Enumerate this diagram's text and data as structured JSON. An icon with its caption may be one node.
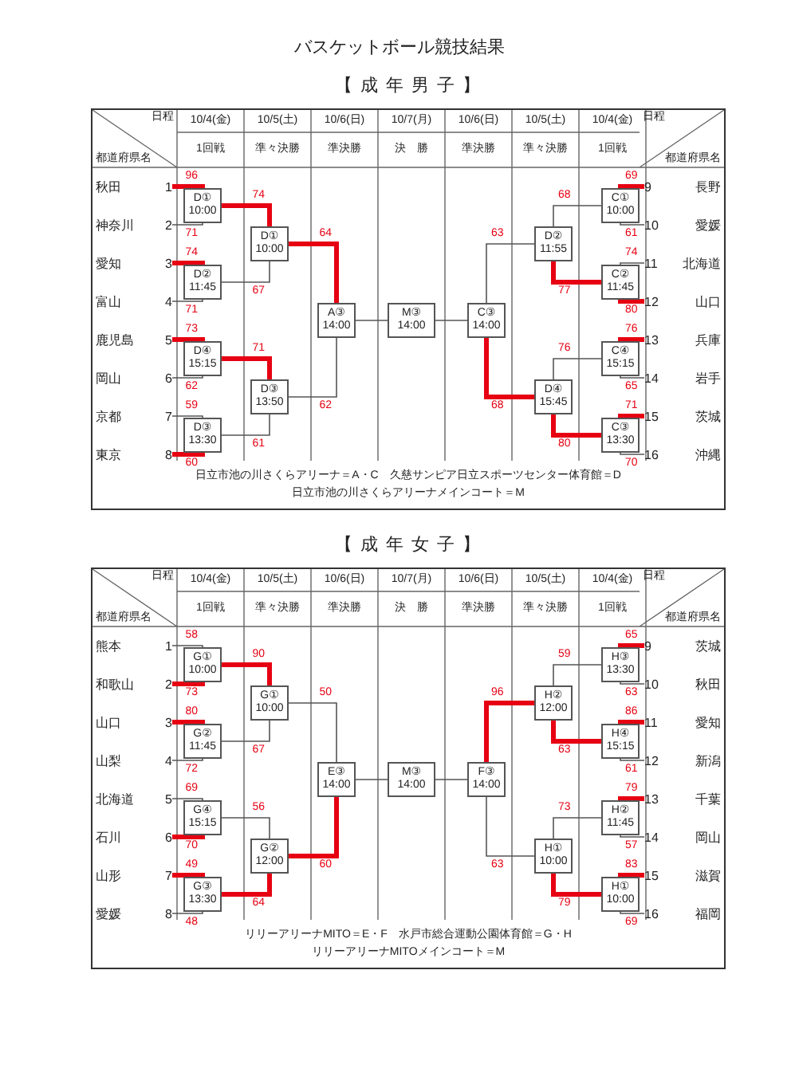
{
  "diagram": {
    "title": "バスケットボール競技結果",
    "nodes": [
      {
        "text": [
          "【 成 年 男 子 】"
        ]
      },
      {
        "text": [
          "秋田",
          "1"
        ],
        "in": 0
      },
      {
        "text": [
          "神奈川",
          "2"
        ],
        "in": 0
      },
      {
        "text": [
          "愛知",
          "3"
        ],
        "in": 0
      },
      {
        "text": [
          "富山",
          "4"
        ],
        "in": 0
      },
      {
        "text": [
          "鹿児島",
          "5"
        ],
        "in": 0
      },
      {
        "text": [
          "岡山",
          "6"
        ],
        "in": 0
      },
      {
        "text": [
          "京都",
          "7"
        ],
        "in": 0
      },
      {
        "text": [
          "東京",
          "8"
        ],
        "in": 0
      },
      {
        "text": [
          "9",
          "長野"
        ],
        "in": 0
      },
      {
        "text": [
          "10",
          "愛媛"
        ],
        "in": 0
      },
      {
        "text": [
          "11",
          "北海道"
        ],
        "in": 0
      },
      {
        "text": [
          "12",
          "山口"
        ],
        "in": 0
      },
      {
        "text": [
          "13",
          "兵庫"
        ],
        "in": 0
      },
      {
        "text": [
          "14",
          "岩手"
        ],
        "in": 0
      },
      {
        "text": [
          "15",
          "茨城"
        ],
        "in": 0
      },
      {
        "text": [
          "16",
          "沖縄"
        ],
        "in": 0
      },
      {
        "text": [
          "D①",
          "10:00"
        ],
        "in": 0
      },
      {
        "text": [
          "D②",
          "11:45"
        ],
        "in": 0
      },
      {
        "text": [
          "D④",
          "15:15"
        ],
        "in": 0
      },
      {
        "text": [
          "D③",
          "13:30"
        ],
        "in": 0
      },
      {
        "text": [
          "D①",
          "10:00"
        ],
        "in": 0
      },
      {
        "text": [
          "D③",
          "13:50"
        ],
        "in": 0
      },
      {
        "text": [
          "A③",
          "14:00"
        ],
        "in": 0
      },
      {
        "text": [
          "M③",
          "14:00"
        ],
        "in": 0
      },
      {
        "text": [
          "C③",
          "14:00"
        ],
        "in": 0
      },
      {
        "text": [
          "D②",
          "11:55"
        ],
        "in": 0
      },
      {
        "text": [
          "D④",
          "15:45"
        ],
        "in": 0
      },
      {
        "text": [
          "C①",
          "10:00"
        ],
        "in": 0
      },
      {
        "text": [
          "C②",
          "11:45"
        ],
        "in": 0
      },
      {
        "text": [
          "C④",
          "15:15"
        ],
        "in": 0
      },
      {
        "text": [
          "C③",
          "13:30"
        ],
        "in": 0
      },
      {
        "text": [
          "【 成 年 女 子 】"
        ]
      },
      {
        "text": [
          "熊本",
          "1"
        ],
        "in": 32
      },
      {
        "text": [
          "和歌山",
          "2"
        ],
        "in": 32
      },
      {
        "text": [
          "山口",
          "3"
        ],
        "in": 32
      },
      {
        "text": [
          "山梨",
          "4"
        ],
        "in": 32
      },
      {
        "text": [
          "北海道",
          "5"
        ],
        "in": 32
      },
      {
        "text": [
          "石川",
          "6"
        ],
        "in": 32
      },
      {
        "text": [
          "山形",
          "7"
        ],
        "in": 32
      },
      {
        "text": [
          "愛媛",
          "8"
        ],
        "in": 32
      },
      {
        "text": [
          "9",
          "茨城"
        ],
        "in": 32
      },
      {
        "text": [
          "10",
          "秋田"
        ],
        "in": 32
      },
      {
        "text": [
          "11",
          "愛知"
        ],
        "in": 32
      },
      {
        "text": [
          "12",
          "新潟"
        ],
        "in": 32
      },
      {
        "text": [
          "13",
          "千葉"
        ],
        "in": 32
      },
      {
        "text": [
          "14",
          "岡山"
        ],
        "in": 32
      },
      {
        "text": [
          "15",
          "滋賀"
        ],
        "in": 32
      },
      {
        "text": [
          "16",
          "福岡"
        ],
        "in": 32
      },
      {
        "text": [
          "G①",
          "10:00"
        ],
        "in": 32
      },
      {
        "text": [
          "G②",
          "11:45"
        ],
        "in": 32
      },
      {
        "text": [
          "G④",
          "15:15"
        ],
        "in": 32
      },
      {
        "text": [
          "G③",
          "13:30"
        ],
        "in": 32
      },
      {
        "text": [
          "G①",
          "10:00"
        ],
        "in": 32
      },
      {
        "text": [
          "G②",
          "12:00"
        ],
        "in": 32
      },
      {
        "text": [
          "E③",
          "14:00"
        ],
        "in": 32
      },
      {
        "text": [
          "M③",
          "14:00"
        ],
        "in": 32
      },
      {
        "text": [
          "F③",
          "14:00"
        ],
        "in": 32
      },
      {
        "text": [
          "H②",
          "12:00"
        ],
        "in": 32
      },
      {
        "text": [
          "H①",
          "10:00"
        ],
        "in": 32
      },
      {
        "text": [
          "H③",
          "13:30"
        ],
        "in": 32
      },
      {
        "text": [
          "H④",
          "15:15"
        ],
        "in": 32
      },
      {
        "text": [
          "H②",
          "11:45"
        ],
        "in": 32
      },
      {
        "text": [
          "H①",
          "10:00"
        ],
        "in": 32
      }
    ],
    "edges": [
      {
        "from": 1,
        "to": 17,
        "arrow": "none",
        "label": "96",
        "style": "thick",
        "color": "#e60012"
      },
      {
        "from": 2,
        "to": 17,
        "arrow": "none",
        "label": "71"
      },
      {
        "from": 3,
        "to": 18,
        "arrow": "none",
        "label": "74",
        "style": "thick",
        "color": "#e60012"
      },
      {
        "from": 4,
        "to": 18,
        "arrow": "none",
        "label": "71"
      },
      {
        "from": 5,
        "to": 19,
        "arrow": "none",
        "label": "73",
        "style": "thick",
        "color": "#e60012"
      },
      {
        "from": 6,
        "to": 19,
        "arrow": "none",
        "label": "62"
      },
      {
        "from": 7,
        "to": 20,
        "arrow": "none",
        "label": "59"
      },
      {
        "from": 8,
        "to": 20,
        "arrow": "none",
        "label": "60",
        "style": "thick",
        "color": "#e60012"
      },
      {
        "from": 17,
        "to": 21,
        "arrow": "none",
        "label": "74",
        "style": "thick",
        "color": "#e60012"
      },
      {
        "from": 18,
        "to": 21,
        "arrow": "none",
        "label": "67"
      },
      {
        "from": 19,
        "to": 22,
        "arrow": "none",
        "label": "71",
        "style": "thick",
        "color": "#e60012"
      },
      {
        "from": 20,
        "to": 22,
        "arrow": "none",
        "label": "61"
      },
      {
        "from": 21,
        "to": 23,
        "arrow": "none",
        "label": "64",
        "style": "thick",
        "color": "#e60012"
      },
      {
        "from": 22,
        "to": 23,
        "arrow": "none",
        "label": "62"
      },
      {
        "from": 23,
        "to": 24,
        "arrow": "none"
      },
      {
        "from": 9,
        "to": 28,
        "arrow": "none",
        "label": "69",
        "style": "thick",
        "color": "#e60012"
      },
      {
        "from": 10,
        "to": 28,
        "arrow": "none",
        "label": "61"
      },
      {
        "from": 11,
        "to": 29,
        "arrow": "none",
        "label": "74"
      },
      {
        "from": 12,
        "to": 29,
        "arrow": "none",
        "label": "80",
        "style": "thick",
        "color": "#e60012"
      },
      {
        "from": 13,
        "to": 30,
        "arrow": "none",
        "label": "76",
        "style": "thick",
        "color": "#e60012"
      },
      {
        "from": 14,
        "to": 30,
        "arrow": "none",
        "label": "65"
      },
      {
        "from": 15,
        "to": 31,
        "arrow": "none",
        "label": "71",
        "style": "thick",
        "color": "#e60012"
      },
      {
        "from": 16,
        "to": 31,
        "arrow": "none",
        "label": "70"
      },
      {
        "from": 28,
        "to": 26,
        "arrow": "none",
        "label": "68"
      },
      {
        "from": 29,
        "to": 26,
        "arrow": "none",
        "label": "77",
        "style": "thick",
        "color": "#e60012"
      },
      {
        "from": 30,
        "to": 27,
        "arrow": "none",
        "label": "76"
      },
      {
        "from": 31,
        "to": 27,
        "arrow": "none",
        "label": "80",
        "style": "thick",
        "color": "#e60012"
      },
      {
        "from": 26,
        "to": 25,
        "arrow": "none",
        "label": "63"
      },
      {
        "from": 27,
        "to": 25,
        "arrow": "none",
        "label": "68",
        "style": "thick",
        "color": "#e60012"
      },
      {
        "from": 25,
        "to": 24,
        "arrow": "none"
      },
      {
        "from": 33,
        "to": 49,
        "arrow": "none",
        "label": "58"
      },
      {
        "from": 34,
        "to": 49,
        "arrow": "none",
        "label": "73",
        "style": "thick",
        "color": "#e60012"
      },
      {
        "from": 35,
        "to": 50,
        "arrow": "none",
        "label": "80",
        "style": "thick",
        "color": "#e60012"
      },
      {
        "from": 36,
        "to": 50,
        "arrow": "none",
        "label": "72"
      },
      {
        "from": 37,
        "to": 51,
        "arrow": "none",
        "label": "69"
      },
      {
        "from": 38,
        "to": 51,
        "arrow": "none",
        "label": "70",
        "style": "thick",
        "color": "#e60012"
      },
      {
        "from": 39,
        "to": 52,
        "arrow": "none",
        "label": "49",
        "style": "thick",
        "color": "#e60012"
      },
      {
        "from": 40,
        "to": 52,
        "arrow": "none",
        "label": "48"
      },
      {
        "from": 49,
        "to": 53,
        "arrow": "none",
        "label": "90",
        "style": "thick",
        "color": "#e60012"
      },
      {
        "from": 50,
        "to": 53,
        "arrow": "none",
        "label": "67"
      },
      {
        "from": 51,
        "to": 54,
        "arrow": "none",
        "label": "56"
      },
      {
        "from": 52,
        "to": 54,
        "arrow": "none",
        "label": "64",
        "style": "thick",
        "color": "#e60012"
      },
      {
        "from": 53,
        "to": 55,
        "arrow": "none",
        "label": "50"
      },
      {
        "from": 54,
        "to": 55,
        "arrow": "none",
        "label": "60",
        "style": "thick",
        "color": "#e60012"
      },
      {
        "from": 55,
        "to": 56,
        "arrow": "none"
      },
      {
        "from": 41,
        "to": 60,
        "arrow": "none",
        "label": "65",
        "style": "thick",
        "color": "#e60012"
      },
      {
        "from": 42,
        "to": 60,
        "arrow": "none",
        "label": "63"
      },
      {
        "from": 43,
        "to": 61,
        "arrow": "none",
        "label": "86",
        "style": "thick",
        "color": "#e60012"
      },
      {
        "from": 44,
        "to": 61,
        "arrow": "none",
        "label": "61"
      },
      {
        "from": 45,
        "to": 62,
        "arrow": "none",
        "label": "79",
        "style": "thick",
        "color": "#e60012"
      },
      {
        "from": 46,
        "to": 62,
        "arrow": "none",
        "label": "57"
      },
      {
        "from": 47,
        "to": 63,
        "arrow": "none",
        "label": "83",
        "style": "thick",
        "color": "#e60012"
      },
      {
        "from": 48,
        "to": 63,
        "arrow": "none",
        "label": "69"
      },
      {
        "from": 60,
        "to": 58,
        "arrow": "none",
        "label": "59"
      },
      {
        "from": 61,
        "to": 58,
        "arrow": "none",
        "label": "63",
        "style": "thick",
        "color": "#e60012"
      },
      {
        "from": 62,
        "to": 59,
        "arrow": "none",
        "label": "73"
      },
      {
        "from": 63,
        "to": 59,
        "arrow": "none",
        "label": "79",
        "style": "thick",
        "color": "#e60012"
      },
      {
        "from": 58,
        "to": 57,
        "arrow": "none",
        "label": "96",
        "style": "thick",
        "color": "#e60012"
      },
      {
        "from": 59,
        "to": 57,
        "arrow": "none",
        "label": "63"
      },
      {
        "from": 57,
        "to": 56,
        "arrow": "none"
      }
    ],
    "labels": [
      "日程",
      "10/4(金)",
      "10/5(土)",
      "10/6(日)",
      "10/7(月)",
      "10/6(日)",
      "10/5(土)",
      "10/4(金)",
      "日程",
      "1回戦",
      "準々決勝",
      "準決勝",
      "決　勝",
      "準決勝",
      "準々決勝",
      "1回戦",
      "都道府県名",
      "都道府県名",
      "日立市池の川さくらアリーナ＝A・C　久慈サンピア日立スポーツセンター体育館＝D",
      "日立市池の川さくらアリーナメインコート＝M",
      "日程",
      "10/4(金)",
      "10/5(土)",
      "10/6(日)",
      "10/7(月)",
      "10/6(日)",
      "10/5(土)",
      "10/4(金)",
      "日程",
      "1回戦",
      "準々決勝",
      "準決勝",
      "決　勝",
      "準決勝",
      "準々決勝",
      "1回戦",
      "都道府県名",
      "都道府県名",
      "リリーアリーナMITO＝E・F　水戸市総合運動公園体育館＝G・H",
      "リリーアリーナMITOメインコート＝M"
    ]
  }
}
